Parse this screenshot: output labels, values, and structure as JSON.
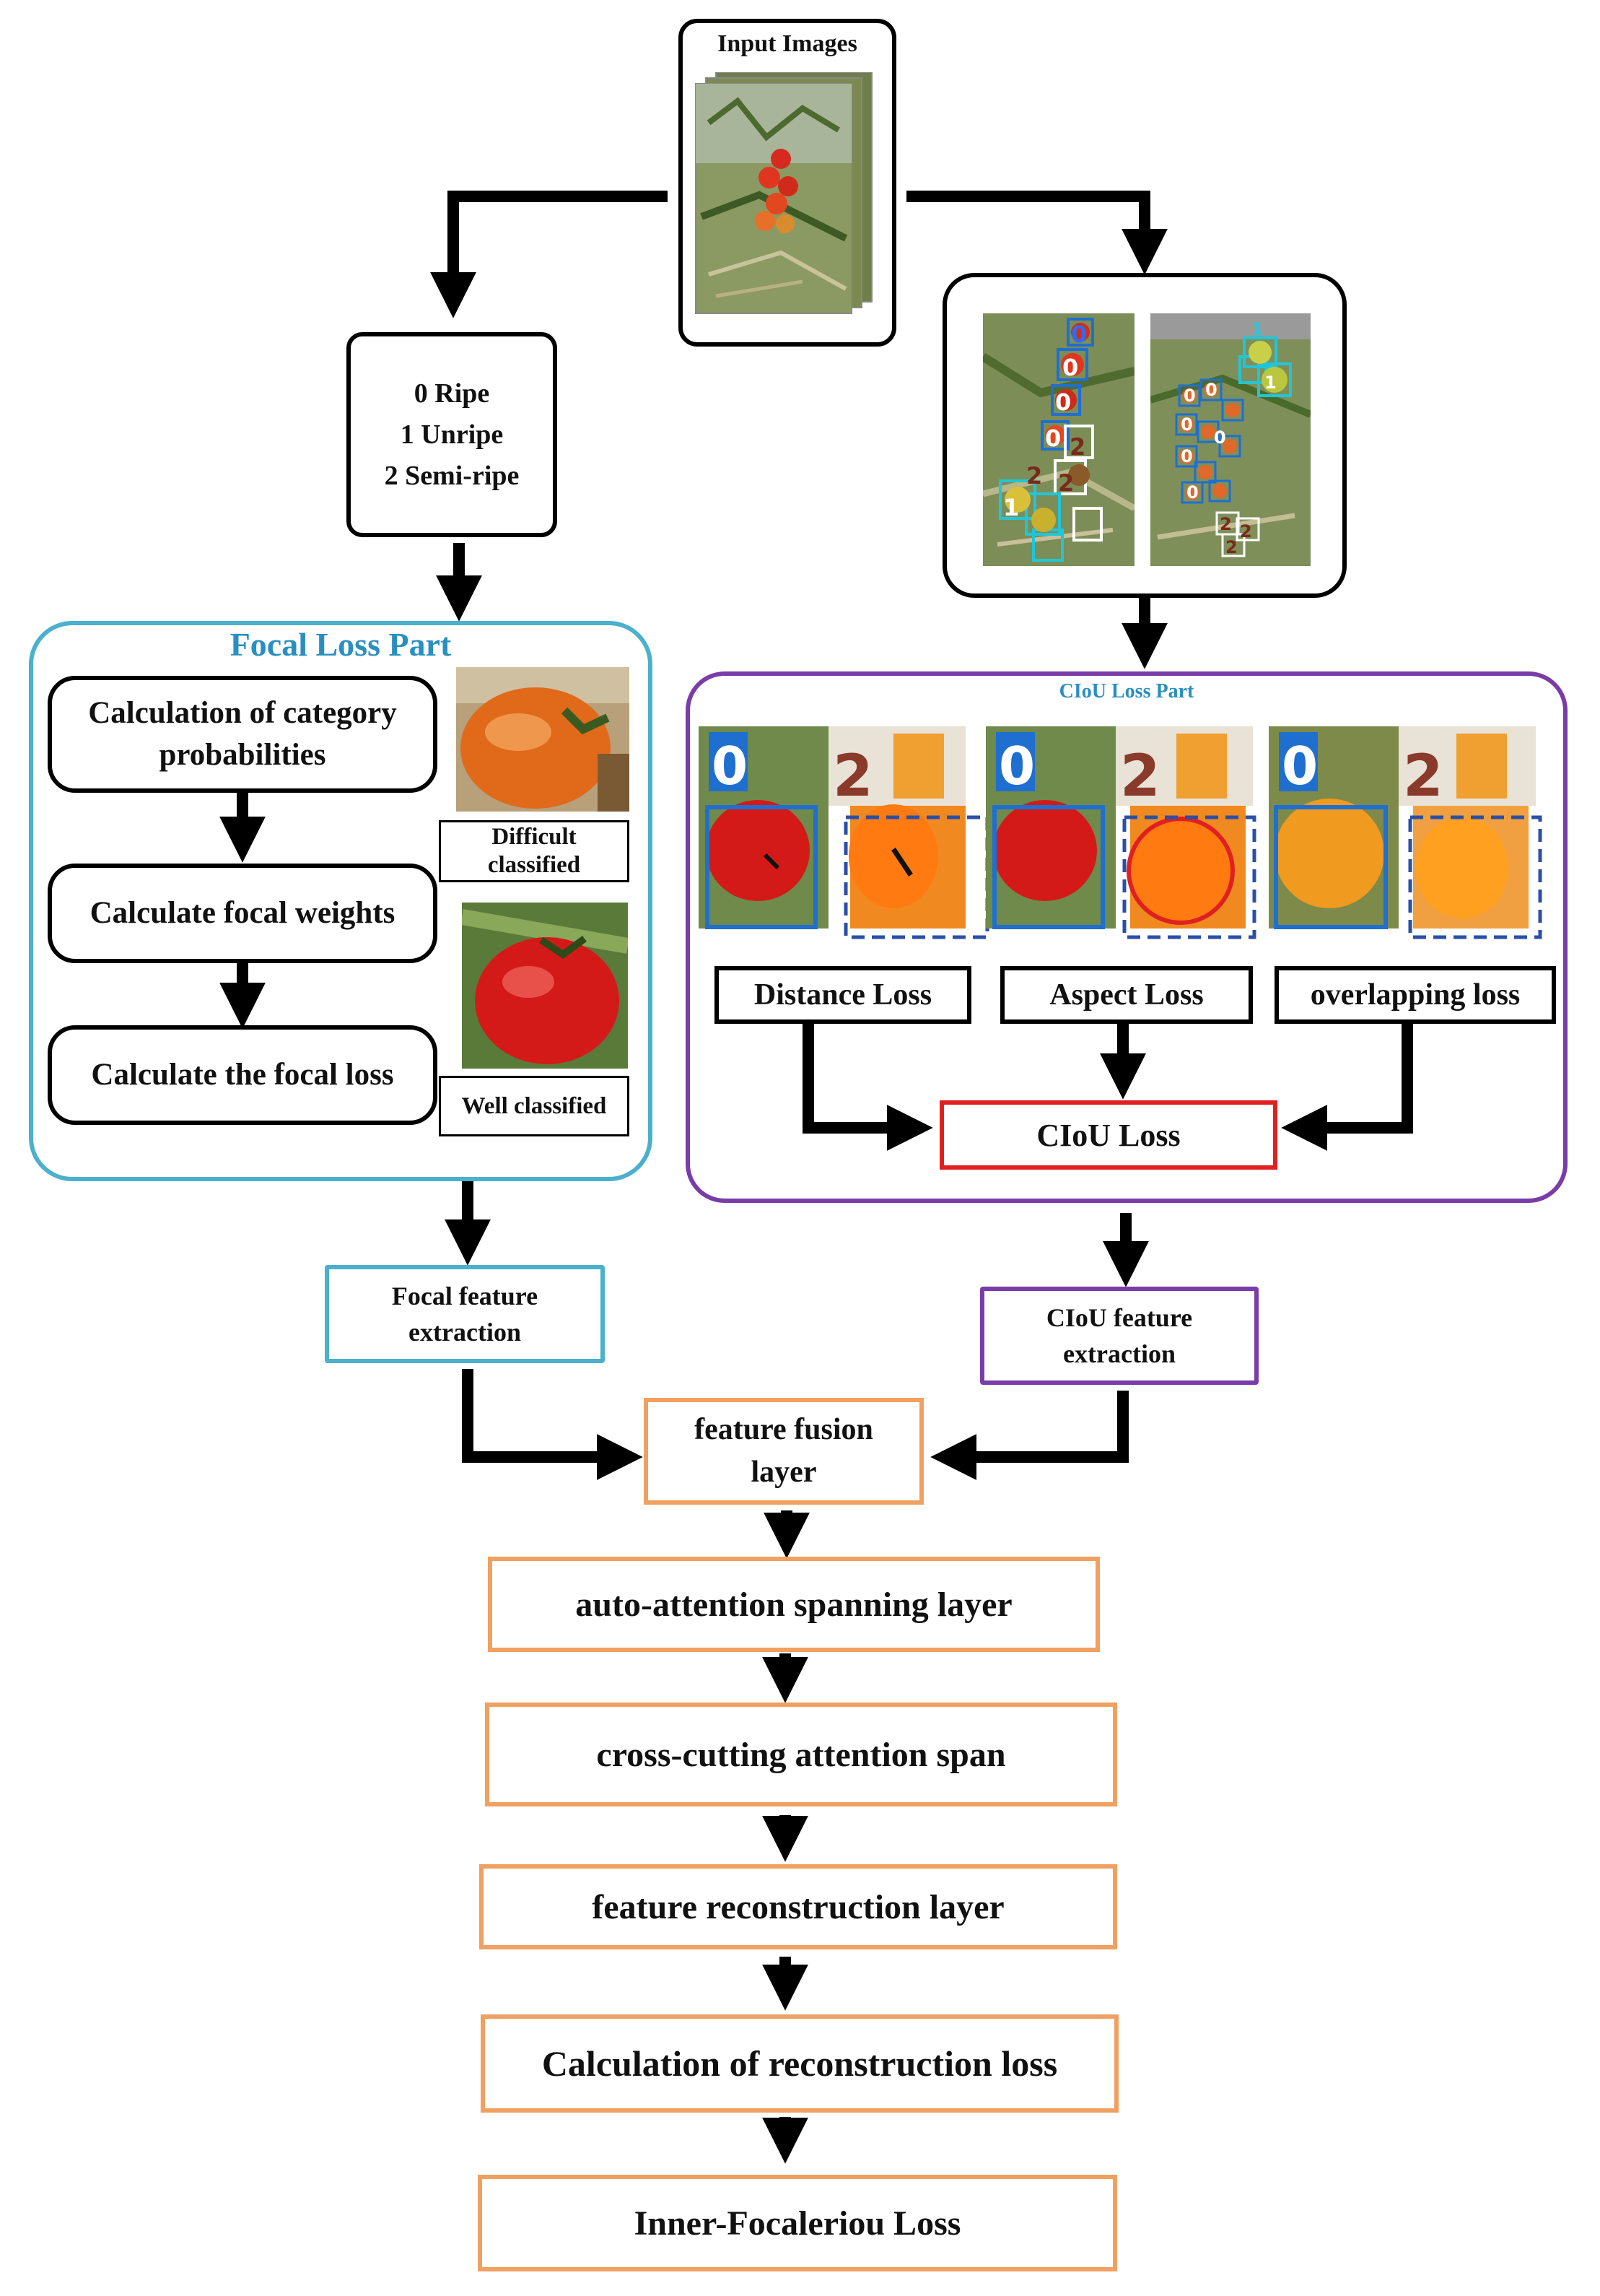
{
  "input": {
    "title": "Input Images"
  },
  "classes": {
    "lines": [
      "0 Ripe",
      "1 Unripe",
      "2 Semi-ripe"
    ]
  },
  "focal_part": {
    "title": "Focal Loss Part",
    "steps": [
      "Calculation of category probabilities",
      "Calculate focal weights",
      "Calculate the focal loss"
    ],
    "difficult_label": "Difficult classified",
    "well_label": "Well classified"
  },
  "ciou_part": {
    "title": "CIoU Loss Part",
    "losses": [
      "Distance Loss",
      "Aspect Loss",
      "overlapping loss"
    ],
    "ciou_loss": "CIoU Loss",
    "box_labels": [
      "0",
      "2"
    ]
  },
  "detections": {
    "labels": [
      "0",
      "1",
      "2"
    ]
  },
  "features": {
    "focal": "Focal feature extraction",
    "ciou": "CIoU feature extraction"
  },
  "pipeline": [
    "feature fusion layer",
    "auto-attention spanning layer",
    "cross-cutting attention span",
    "feature reconstruction layer",
    "Calculation of reconstruction loss",
    "Inner-Focaleriou Loss"
  ],
  "colors": {
    "orange": "#f0a060",
    "teal": "#4bb0cc",
    "purple": "#7a3ca8",
    "red": "#e02020",
    "blue": "#1f6fd0"
  }
}
